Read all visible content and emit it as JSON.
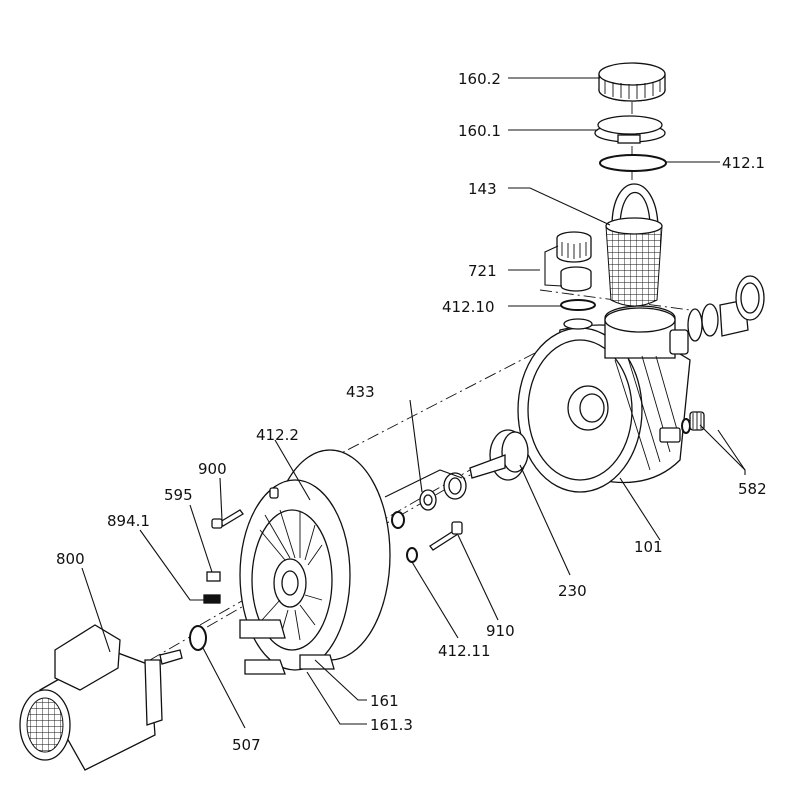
{
  "labels": {
    "l160_2": "160.2",
    "l160_1": "160.1",
    "l412_1": "412.1",
    "l143": "143",
    "l721": "721",
    "l412_10": "412.10",
    "l433": "433",
    "l412_2": "412.2",
    "l900": "900",
    "l595": "595",
    "l894_1": "894.1",
    "l800": "800",
    "l101": "101",
    "l582": "582",
    "l230": "230",
    "l910": "910",
    "l412_11": "412.11",
    "l161": "161",
    "l161_3": "161.3",
    "l507": "507"
  }
}
